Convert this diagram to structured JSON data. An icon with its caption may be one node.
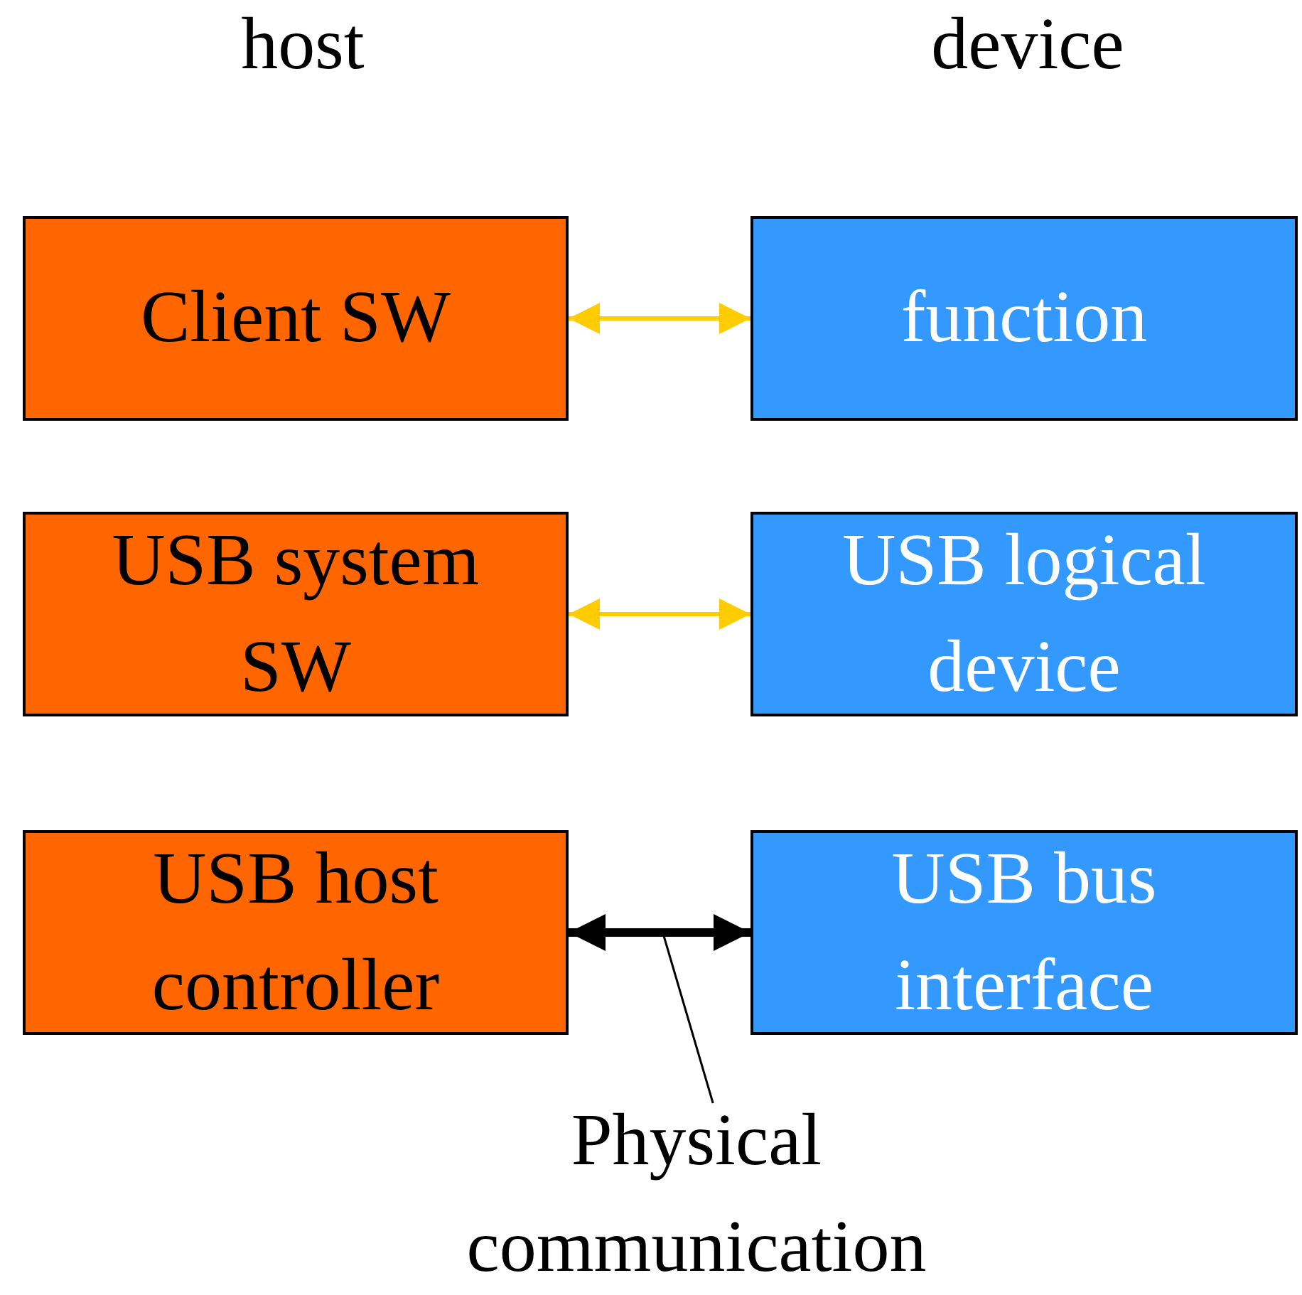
{
  "diagram": {
    "nodes": [
      {
        "text": [
          "Client SW"
        ]
      },
      {
        "text": [
          "function"
        ]
      },
      {
        "text": [
          "USB system SW"
        ]
      },
      {
        "text": [
          "USB logical device"
        ]
      },
      {
        "text": [
          "USB host controller"
        ]
      },
      {
        "text": [
          "USB bus interface"
        ]
      },
      {
        "text": [
          "Physical communication"
        ]
      }
    ],
    "edges": [
      {
        "from": 0,
        "to": 1,
        "arrow": "both"
      },
      {
        "from": 2,
        "to": 3,
        "arrow": "both"
      },
      {
        "from": 4,
        "to": 5,
        "arrow": "both",
        "style": "thick",
        "color": "#000000"
      },
      {
        "from": 6,
        "to": null,
        "arrow": "none",
        "color": "#000000"
      }
    ],
    "labels": [
      "host",
      "device"
    ]
  }
}
